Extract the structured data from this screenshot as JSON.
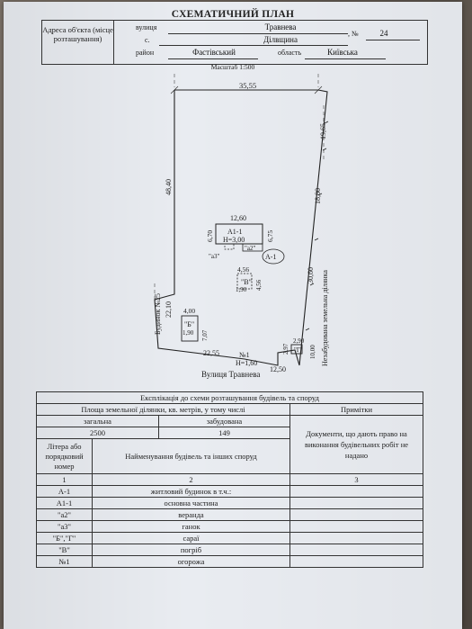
{
  "title": "СХЕМАТИЧНИЙ ПЛАН",
  "address": {
    "label": "Адреса об'єкта (місце розташування)",
    "street_prefix": "вулиця",
    "street": "Травнева",
    "house_prefix": ", №",
    "house": "24",
    "village_prefix": "с.",
    "village": "Ділвщина",
    "district_prefix": "район",
    "district": "Фастівський",
    "region_prefix": "область",
    "region": "Київська"
  },
  "scale": "Масштаб 1:500",
  "plan": {
    "dims": {
      "top": "35,55",
      "left": "48,40",
      "right_upper": "19,65",
      "right_mid": "18,80",
      "right_lower": "30,60",
      "left_lower": "22,10",
      "bottom_left": "22,55",
      "bottom_right": "12,50",
      "bottom_small_a": "2,97",
      "bottom_small_b": "10,00",
      "house_top": "12,60",
      "house_left": "6,70",
      "house_right": "6,75",
      "v_top": "4,56",
      "v_right": "4,56",
      "v_inner": "1,90",
      "b_top": "4,00",
      "b_inner": "1,90",
      "b_right": "7,07",
      "g_top": "2,90"
    },
    "labels": {
      "house": "А1-1",
      "house_height": "Н=3,00",
      "a2": "\"а2\"",
      "a3": "\"а3\"",
      "a1_circle": "А-1",
      "v": "\"В\"",
      "b": "\"Б\"",
      "g": "\"Г\"",
      "fence": "№1",
      "fence_height": "Н=1,60",
      "street": "Вулиця Травнева",
      "left_neighbor": "Будинок №25",
      "right_neighbor": "Незабудована земельна ділянка"
    }
  },
  "explication": {
    "caption": "Експлікація до схеми розташування будівель та споруд",
    "area_header": "Площа земельної ділянки, кв. метрів, у тому числі",
    "notes_header": "Примітки",
    "total_header": "загальна",
    "built_header": "забудована",
    "total": "2500",
    "built": "149",
    "note": "Документи, що дають право на виконання будівельних робіт не надано",
    "col_letter": "Літера або порядковий номер",
    "col_name": "Найменування будівель та інших споруд",
    "col_nums": [
      "1",
      "2",
      "3"
    ],
    "rows": [
      {
        "letter": "А-1",
        "name": "житловий будинок в т.ч.:"
      },
      {
        "letter": "А1-1",
        "name": "основна частина"
      },
      {
        "letter": "\"а2\"",
        "name": "веранда"
      },
      {
        "letter": "\"а3\"",
        "name": "ганок"
      },
      {
        "letter": "\"Б\",\"Г\"",
        "name": "сараї"
      },
      {
        "letter": "\"В\"",
        "name": "погріб"
      },
      {
        "letter": "№1",
        "name": "огорожа"
      }
    ]
  }
}
